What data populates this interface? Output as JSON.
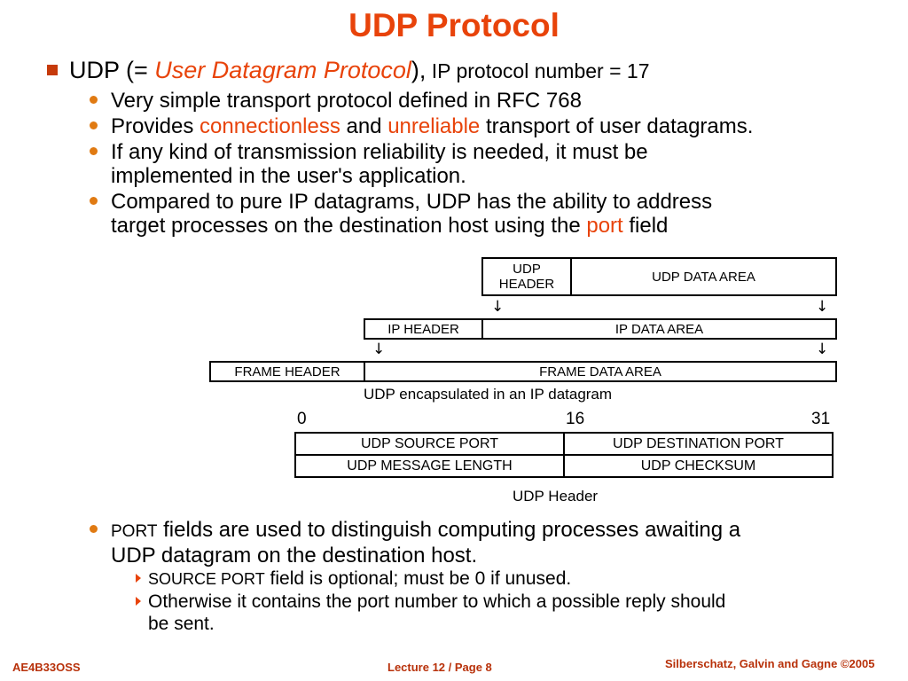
{
  "title": "UDP Protocol",
  "b1": {
    "pre": "UDP (= ",
    "italic": "User Datagram Protocol",
    "mid": "),",
    "post": " IP protocol number = 17"
  },
  "b2": "Very simple transport protocol defined in RFC 768",
  "b3": {
    "pre": "Provides ",
    "w1": "connectionless",
    "mid": " and ",
    "w2": "unreliable",
    "post": " transport of user datagrams."
  },
  "b4": {
    "line1": "If any kind of transmission reliability is needed, it must be",
    "line2": "implemented in the user's application."
  },
  "b5": {
    "line1": "Compared to pure IP datagrams, UDP has the ability to address",
    "line2_pre": "target processes on the destination host using the ",
    "port": "port",
    "line2_post": " field"
  },
  "encap": {
    "udp_header": "UDP HEADER",
    "udp_data": "UDP DATA AREA",
    "ip_header": "IP HEADER",
    "ip_data": "IP DATA AREA",
    "frame_header": "FRAME HEADER",
    "frame_data": "FRAME DATA AREA",
    "caption": "UDP encapsulated in an IP datagram",
    "arrow": "↓"
  },
  "header_table": {
    "bit0": "0",
    "bit16": "16",
    "bit31": "31",
    "src": "UDP SOURCE PORT",
    "dst": "UDP DESTINATION PORT",
    "len": "UDP MESSAGE LENGTH",
    "chk": "UDP CHECKSUM",
    "caption": "UDP Header"
  },
  "b6": {
    "small": "PORT",
    "line1_rest": " fields are used to distinguish computing processes awaiting a",
    "line2": "UDP datagram on the destination host."
  },
  "s1": {
    "small": "SOURCE PORT",
    "rest": " field is optional; must be 0 if unused."
  },
  "s2": {
    "line1": "Otherwise it contains the port number to which a possible reply should",
    "line2": "be sent."
  },
  "footer": {
    "left": "AE4B33OSS",
    "center": "Lecture 12 / Page 8",
    "right": "Silberschatz, Galvin and Gagne ©2005"
  },
  "colors": {
    "accent": "#e8430a",
    "bullet": "#e07a12"
  }
}
